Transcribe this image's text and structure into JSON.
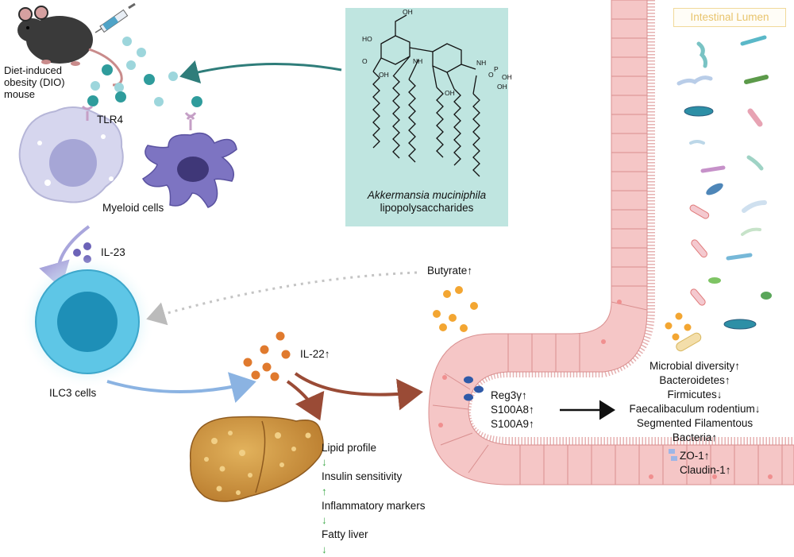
{
  "labels": {
    "mouse": "Diet-induced\nobesity (DIO)\nmouse",
    "tlr4": "TLR4",
    "myeloid": "Myeloid cells",
    "il23": "IL-23",
    "ilc3": "ILC3 cells",
    "il22": "IL-22↑",
    "butyrate": "Butyrate↑",
    "lumen": "Intestinal Lumen",
    "lps_species": "Akkermansia muciniphila",
    "lps_name": "lipopolysaccharides"
  },
  "epithelial_markers": [
    "Reg3γ↑",
    "S100A8↑",
    "S100A9↑"
  ],
  "microbiota_effects": [
    "Microbial diversity↑",
    "Bacteroidetes↑",
    "Firmicutes↓",
    "Faecalibaculum rodentium↓",
    "Segmented Filamentous",
    "Bacteria↑"
  ],
  "junctions": [
    "ZO-1↑",
    "Claudin-1↑"
  ],
  "liver_effects": [
    {
      "name": "Lipid profile",
      "arrow": "↓"
    },
    {
      "name": "Insulin sensitivity",
      "arrow": "↑"
    },
    {
      "name": "Inflammatory markers",
      "arrow": "↓"
    },
    {
      "name": "Fatty liver",
      "arrow": "↓"
    }
  ],
  "colors": {
    "lps_box": "#bfe5e0",
    "intestine": "#f5c6c6",
    "il22_dots": "#e07a2e",
    "butyrate_dots": "#f3a632",
    "improvement_arrow": "#3aa845",
    "lumen_border": "#f1d99a"
  },
  "icons": [
    "mouse-icon",
    "syringe-icon",
    "macrophage-icon",
    "dendritic-cell-icon",
    "tlr4-receptor-icon",
    "ilc3-cell-icon",
    "liver-icon",
    "intestine-icon",
    "bacteria-icon",
    "lps-molecule-icon"
  ]
}
